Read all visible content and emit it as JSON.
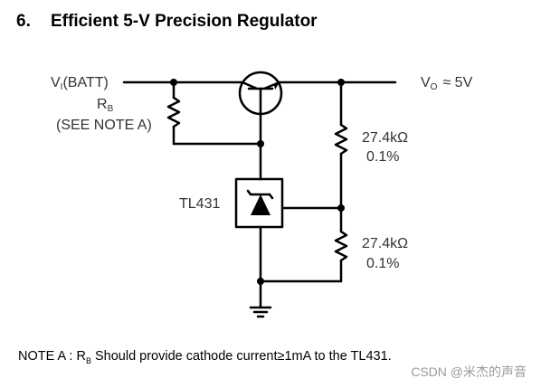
{
  "heading": {
    "number": "6.",
    "title": "Efficient 5-V Precision Regulator"
  },
  "circuit": {
    "input_label": "V",
    "input_sub": "I",
    "input_suffix": "(BATT)",
    "rb_label": "R",
    "rb_sub": "B",
    "rb_note": "(SEE NOTE A)",
    "output_label": "V",
    "output_sub": "O",
    "output_value": "≈  5V",
    "ic_label": "TL431",
    "r_top_value": "27.4kΩ",
    "r_top_tol": "0.1%",
    "r_bot_value": "27.4kΩ",
    "r_bot_tol": "0.1%"
  },
  "note": {
    "prefix": "NOTE A : R",
    "sub": "B",
    "text": " Should provide cathode current≥1mA to the TL431."
  },
  "watermark": "CSDN @米杰的声音"
}
